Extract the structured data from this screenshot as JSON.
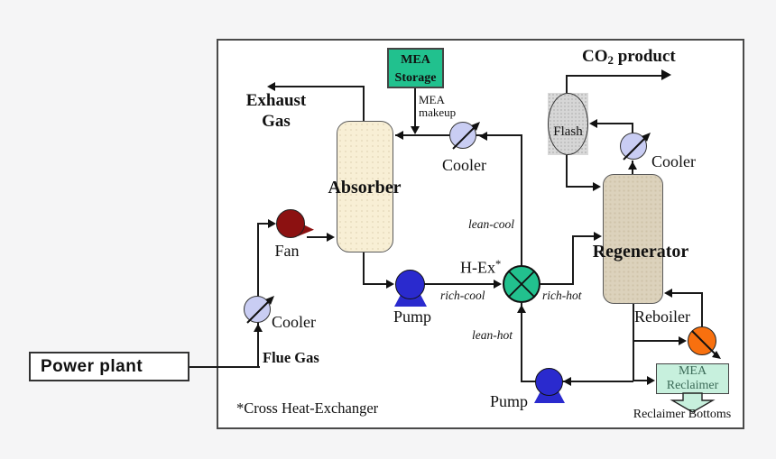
{
  "labels": {
    "exhaust_gas_line1": "Exhaust",
    "exhaust_gas_line2": "Gas",
    "co2_prefix": "CO",
    "co2_sub": "2",
    "co2_suffix": " product",
    "absorber": "Absorber",
    "regenerator": "Regenerator",
    "flash": "Flash",
    "fan": "Fan",
    "pump_rich": "Pump",
    "pump_lean": "Pump",
    "cooler_top": "Cooler",
    "cooler_left": "Cooler",
    "cooler_right": "Cooler",
    "reboiler": "Reboiler",
    "hex_base": "H-Ex",
    "hex_sup": "*",
    "flue_gas": "Flue Gas",
    "power_plant": "Power plant",
    "mea_storage_line1": "MEA",
    "mea_storage_line2": "Storage",
    "mea_makeup_line1": "MEA",
    "mea_makeup_line2": "makeup",
    "mea_reclaimer_line1": "MEA",
    "mea_reclaimer_line2": "Reclaimer",
    "reclaimer_bottoms": "Reclaimer Bottoms",
    "footnote": "*Cross Heat-Exchanger"
  },
  "streams": {
    "lean_cool": "lean-cool",
    "rich_cool": "rich-cool",
    "rich_hot": "rich-hot",
    "lean_hot": "lean-hot"
  },
  "colors": {
    "storage_green": "#21c18e",
    "hex_green": "#22c18e",
    "cooler_lavender": "#c9cdf3",
    "pump_blue": "#2a2ace",
    "fan_dark_red": "#8c1111",
    "reboiler_orange": "#f8700f",
    "absorber_cream": "#f8efd5",
    "regenerator_tan": "#dcd2bc",
    "reclaimer_mint": "#c7f0dd",
    "flash_gray": "#d8d8d8",
    "margin_gray": "#f5f5f6"
  }
}
